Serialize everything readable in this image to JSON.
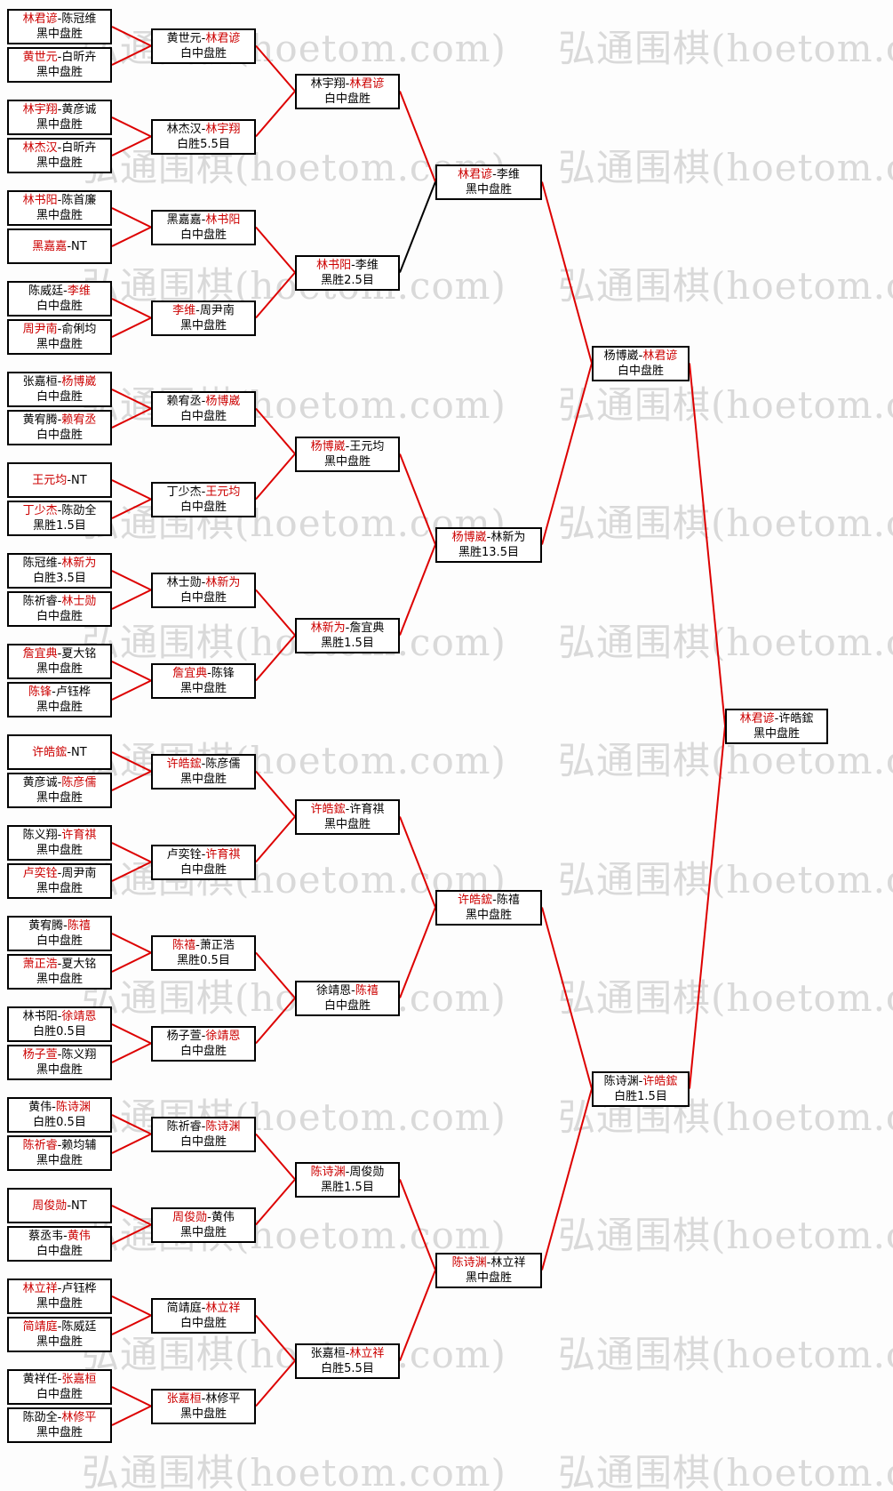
{
  "watermark": {
    "text": "弘通围棋(hoetom.com)"
  },
  "colors": {
    "winner_text": "#cc0000",
    "connector": "#dd0000",
    "connector_special": "#000000",
    "box_border": "#000000",
    "box_background": "#ffffff",
    "watermark": "#d9d9d9",
    "background": "#fdfdfd"
  },
  "special_connector": {
    "round_index": 3,
    "match_index": 0,
    "feeder_index": 1,
    "color": "#000000"
  },
  "rounds": [
    {
      "name": "round1",
      "matches": [
        {
          "p1": "林君谚",
          "p2": "陈冠维",
          "winner": "p1",
          "result": "黑中盘胜"
        },
        {
          "p1": "黄世元",
          "p2": "白昕卉",
          "winner": "p1",
          "result": "黑中盘胜"
        },
        {
          "p1": "林宇翔",
          "p2": "黄彦诚",
          "winner": "p1",
          "result": "黑中盘胜"
        },
        {
          "p1": "林杰汉",
          "p2": "白昕卉",
          "winner": "p1",
          "result": "黑中盘胜"
        },
        {
          "p1": "林书阳",
          "p2": "陈首廉",
          "winner": "p1",
          "result": "黑中盘胜"
        },
        {
          "p1": "黑嘉嘉",
          "p2": "NT",
          "winner": "p1",
          "result": ""
        },
        {
          "p1": "陈威廷",
          "p2": "李维",
          "winner": "p2",
          "result": "白中盘胜"
        },
        {
          "p1": "周尹南",
          "p2": "俞俐均",
          "winner": "p1",
          "result": "黑中盘胜"
        },
        {
          "p1": "张嘉桓",
          "p2": "杨博崴",
          "winner": "p2",
          "result": "白中盘胜"
        },
        {
          "p1": "黄宥腾",
          "p2": "赖宥丞",
          "winner": "p2",
          "result": "白中盘胜"
        },
        {
          "p1": "王元均",
          "p2": "NT",
          "winner": "p1",
          "result": ""
        },
        {
          "p1": "丁少杰",
          "p2": "陈劭全",
          "winner": "p1",
          "result": "黑胜1.5目"
        },
        {
          "p1": "陈冠维",
          "p2": "林新为",
          "winner": "p2",
          "result": "白胜3.5目"
        },
        {
          "p1": "陈祈睿",
          "p2": "林士勋",
          "winner": "p2",
          "result": "白中盘胜"
        },
        {
          "p1": "詹宜典",
          "p2": "夏大铭",
          "winner": "p1",
          "result": "黑中盘胜"
        },
        {
          "p1": "陈锋",
          "p2": "卢钰桦",
          "winner": "p1",
          "result": "黑中盘胜"
        },
        {
          "p1": "许皓鋐",
          "p2": "NT",
          "winner": "p1",
          "result": ""
        },
        {
          "p1": "黄彦诚",
          "p2": "陈彦儒",
          "winner": "p2",
          "result": "黑中盘胜"
        },
        {
          "p1": "陈义翔",
          "p2": "许育祺",
          "winner": "p2",
          "result": "黑中盘胜"
        },
        {
          "p1": "卢奕铨",
          "p2": "周尹南",
          "winner": "p1",
          "result": "黑中盘胜"
        },
        {
          "p1": "黄宥腾",
          "p2": "陈禧",
          "winner": "p2",
          "result": "白中盘胜"
        },
        {
          "p1": "萧正浩",
          "p2": "夏大铭",
          "winner": "p1",
          "result": "黑中盘胜"
        },
        {
          "p1": "林书阳",
          "p2": "徐靖恩",
          "winner": "p2",
          "result": "白胜0.5目"
        },
        {
          "p1": "杨子萱",
          "p2": "陈义翔",
          "winner": "p1",
          "result": "黑中盘胜"
        },
        {
          "p1": "黄伟",
          "p2": "陈诗渊",
          "winner": "p2",
          "result": "白胜0.5目"
        },
        {
          "p1": "陈祈睿",
          "p2": "赖均辅",
          "winner": "p1",
          "result": "黑中盘胜"
        },
        {
          "p1": "周俊勋",
          "p2": "NT",
          "winner": "p1",
          "result": ""
        },
        {
          "p1": "蔡丞韦",
          "p2": "黄伟",
          "winner": "p2",
          "result": "白中盘胜"
        },
        {
          "p1": "林立祥",
          "p2": "卢钰桦",
          "winner": "p1",
          "result": "黑中盘胜"
        },
        {
          "p1": "简靖庭",
          "p2": "陈威廷",
          "winner": "p1",
          "result": "黑中盘胜"
        },
        {
          "p1": "黄祥任",
          "p2": "张嘉桓",
          "winner": "p2",
          "result": "白中盘胜"
        },
        {
          "p1": "陈劭全",
          "p2": "林修平",
          "winner": "p2",
          "result": "黑中盘胜"
        }
      ]
    },
    {
      "name": "round2",
      "matches": [
        {
          "p1": "黄世元",
          "p2": "林君谚",
          "winner": "p2",
          "result": "白中盘胜"
        },
        {
          "p1": "林杰汉",
          "p2": "林宇翔",
          "winner": "p2",
          "result": "白胜5.5目"
        },
        {
          "p1": "黑嘉嘉",
          "p2": "林书阳",
          "winner": "p2",
          "result": "白中盘胜"
        },
        {
          "p1": "李维",
          "p2": "周尹南",
          "winner": "p1",
          "result": "黑中盘胜"
        },
        {
          "p1": "赖宥丞",
          "p2": "杨博崴",
          "winner": "p2",
          "result": "白中盘胜"
        },
        {
          "p1": "丁少杰",
          "p2": "王元均",
          "winner": "p2",
          "result": "白中盘胜"
        },
        {
          "p1": "林士勋",
          "p2": "林新为",
          "winner": "p2",
          "result": "白中盘胜"
        },
        {
          "p1": "詹宜典",
          "p2": "陈锋",
          "winner": "p1",
          "result": "黑中盘胜"
        },
        {
          "p1": "许皓鋐",
          "p2": "陈彦儒",
          "winner": "p1",
          "result": "黑中盘胜"
        },
        {
          "p1": "卢奕铨",
          "p2": "许育祺",
          "winner": "p2",
          "result": "白中盘胜"
        },
        {
          "p1": "陈禧",
          "p2": "萧正浩",
          "winner": "p1",
          "result": "黑胜0.5目"
        },
        {
          "p1": "杨子萱",
          "p2": "徐靖恩",
          "winner": "p2",
          "result": "白中盘胜"
        },
        {
          "p1": "陈祈睿",
          "p2": "陈诗渊",
          "winner": "p2",
          "result": "白中盘胜"
        },
        {
          "p1": "周俊勋",
          "p2": "黄伟",
          "winner": "p1",
          "result": "黑中盘胜"
        },
        {
          "p1": "简靖庭",
          "p2": "林立祥",
          "winner": "p2",
          "result": "白中盘胜"
        },
        {
          "p1": "张嘉桓",
          "p2": "林修平",
          "winner": "p1",
          "result": "黑中盘胜"
        }
      ]
    },
    {
      "name": "round3",
      "matches": [
        {
          "p1": "林宇翔",
          "p2": "林君谚",
          "winner": "p2",
          "result": "白中盘胜"
        },
        {
          "p1": "林书阳",
          "p2": "李维",
          "winner": "p1",
          "result": "黑胜2.5目"
        },
        {
          "p1": "杨博崴",
          "p2": "王元均",
          "winner": "p1",
          "result": "黑中盘胜"
        },
        {
          "p1": "林新为",
          "p2": "詹宜典",
          "winner": "p1",
          "result": "黑胜1.5目"
        },
        {
          "p1": "许皓鋐",
          "p2": "许育祺",
          "winner": "p1",
          "result": "黑中盘胜"
        },
        {
          "p1": "徐靖恩",
          "p2": "陈禧",
          "winner": "p2",
          "result": "白中盘胜"
        },
        {
          "p1": "陈诗渊",
          "p2": "周俊勋",
          "winner": "p1",
          "result": "黑胜1.5目"
        },
        {
          "p1": "张嘉桓",
          "p2": "林立祥",
          "winner": "p2",
          "result": "白胜5.5目"
        }
      ]
    },
    {
      "name": "quarterfinal",
      "matches": [
        {
          "p1": "林君谚",
          "p2": "李维",
          "winner": "p1",
          "result": "黑中盘胜"
        },
        {
          "p1": "杨博崴",
          "p2": "林新为",
          "winner": "p1",
          "result": "黑胜13.5目"
        },
        {
          "p1": "许皓鋐",
          "p2": "陈禧",
          "winner": "p1",
          "result": "黑中盘胜"
        },
        {
          "p1": "陈诗渊",
          "p2": "林立祥",
          "winner": "p1",
          "result": "黑中盘胜"
        }
      ]
    },
    {
      "name": "semifinal",
      "matches": [
        {
          "p1": "杨博崴",
          "p2": "林君谚",
          "winner": "p2",
          "result": "白中盘胜"
        },
        {
          "p1": "陈诗渊",
          "p2": "许皓鋐",
          "winner": "p2",
          "result": "白胜1.5目"
        }
      ]
    },
    {
      "name": "final",
      "matches": [
        {
          "p1": "林君谚",
          "p2": "许皓鋐",
          "winner": "p1",
          "result": "黑中盘胜"
        }
      ]
    }
  ]
}
